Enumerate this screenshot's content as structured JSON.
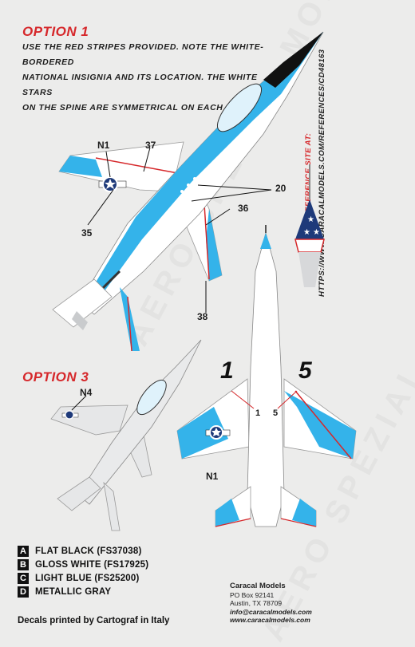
{
  "option1": {
    "title": "OPTION 1",
    "instructions": [
      "USE THE RED STRIPES PROVIDED. NOTE THE WHITE-BORDERED",
      "NATIONAL INSIGNIA AND ITS LOCATION. THE WHITE STARS",
      "ON THE SPINE ARE SYMMETRICAL ON EACH SIDE."
    ]
  },
  "reference": {
    "line1": "VISIT THE REFERENCE SITE AT:",
    "line2": "HTTPS://WWW.CARACALMODELS.COM/REFERENCES/CD48163"
  },
  "callouts": {
    "n1_top": "N1",
    "c37": "37",
    "c20": "20",
    "c36": "36",
    "c35": "35",
    "c38": "38",
    "n4": "N4",
    "n1_bottom": "N1",
    "big1": "1",
    "big5": "5",
    "small1": "1",
    "small5": "5"
  },
  "option3": {
    "title": "OPTION 3"
  },
  "legend": [
    {
      "letter": "A",
      "text": "FLAT BLACK (FS37038)"
    },
    {
      "letter": "B",
      "text": "GLOSS WHITE (FS17925)"
    },
    {
      "letter": "C",
      "text": "LIGHT BLUE (FS25200)"
    },
    {
      "letter": "D",
      "text": "METALLIC GRAY"
    }
  ],
  "company": {
    "name": "Caracal Models",
    "box": "PO Box 92141",
    "city": "Austin, TX 78709",
    "email": "info@caracalmodels.com",
    "web": "www.caracalmodels.com"
  },
  "footer": "Decals printed by Cartograf in Italy",
  "watermark": "AERO SPEZIAL MODELLBAU",
  "colors": {
    "red": "#d6282b",
    "light_blue": "#34b3ea",
    "white": "#ffffff",
    "black": "#111111",
    "gray": "#c9cbcd"
  }
}
